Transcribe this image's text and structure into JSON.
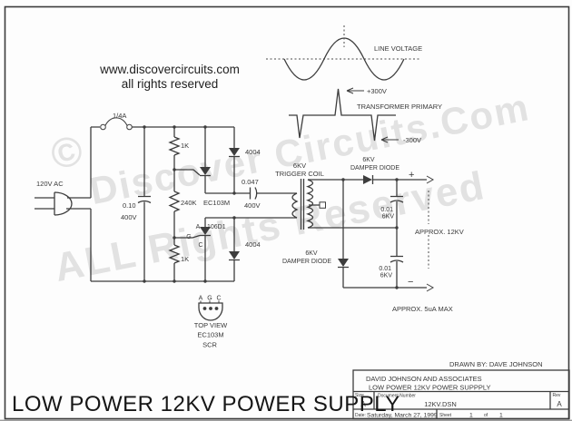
{
  "header": {
    "site_line1": "www.discovercircuits.com",
    "site_line2": "all rights reserved"
  },
  "watermark": {
    "copyright": "©",
    "line1": "Discover Circuits.Com",
    "line2": "ALL Rights Reserved"
  },
  "waveforms": {
    "line_voltage_label": "LINE VOLTAGE",
    "transformer_primary_label": "TRANSFORMER PRIMARY",
    "peak_positive": "+300V",
    "peak_negative": "-300V"
  },
  "schematic": {
    "fuse": "1/4A",
    "ac_source": "120V AC",
    "input_cap": {
      "value": "0.10",
      "voltage": "400V"
    },
    "resistor_top": "1K",
    "resistor_mid": "240K",
    "resistor_bottom": "1K",
    "scr1": "EC103M",
    "scr2": {
      "part": "106D1",
      "anode": "A",
      "gate": "G",
      "cathode": "C"
    },
    "rect_diode_top": "4004",
    "rect_diode_bottom": "4004",
    "coupling_cap": {
      "value": "0.047",
      "voltage": "400V"
    },
    "trigger_coil": {
      "line1": "6KV",
      "line2": "TRIGGER COIL"
    },
    "damper_top": {
      "line1": "6KV",
      "line2": "DAMPER DIODE"
    },
    "damper_bottom": {
      "line1": "6KV",
      "line2": "DAMPER DIODE"
    },
    "out_cap_top": {
      "value": "0.01",
      "voltage": "6KV"
    },
    "out_cap_bottom": {
      "value": "0.01",
      "voltage": "6KV"
    },
    "plus": "+",
    "minus": "−",
    "output_voltage": "APPROX. 12KV",
    "output_current": "APPROX. 5uA MAX",
    "package": {
      "pin_a": "A",
      "pin_g": "G",
      "pin_c": "C",
      "view": "TOP VIEW",
      "part": "EC103M",
      "type": "SCR"
    }
  },
  "notes": {
    "drawn_by": "DRAWN BY: DAVE JOHNSON"
  },
  "title_block": {
    "company": "DAVID JOHNSON AND ASSOCIATES",
    "doc_title": "LOW POWER 12KV POWER SUPPPLY",
    "size_label": "Size",
    "size": "A",
    "doc_label": "Document Number",
    "doc_number": "12KV.DSN",
    "rev_label": "Rev",
    "rev": "A",
    "date_label": "Date:",
    "date": "Saturday, March 27, 1999",
    "sheet_label": "Sheet",
    "sheet_number": "1",
    "of_label": "of",
    "sheet_total": "1"
  },
  "footer_title": "LOW POWER 12KV POWER SUPPLY",
  "colors": {
    "line": "#3d3d3d",
    "watermark": "#c1c1c1",
    "background": "#fdfdfd"
  }
}
